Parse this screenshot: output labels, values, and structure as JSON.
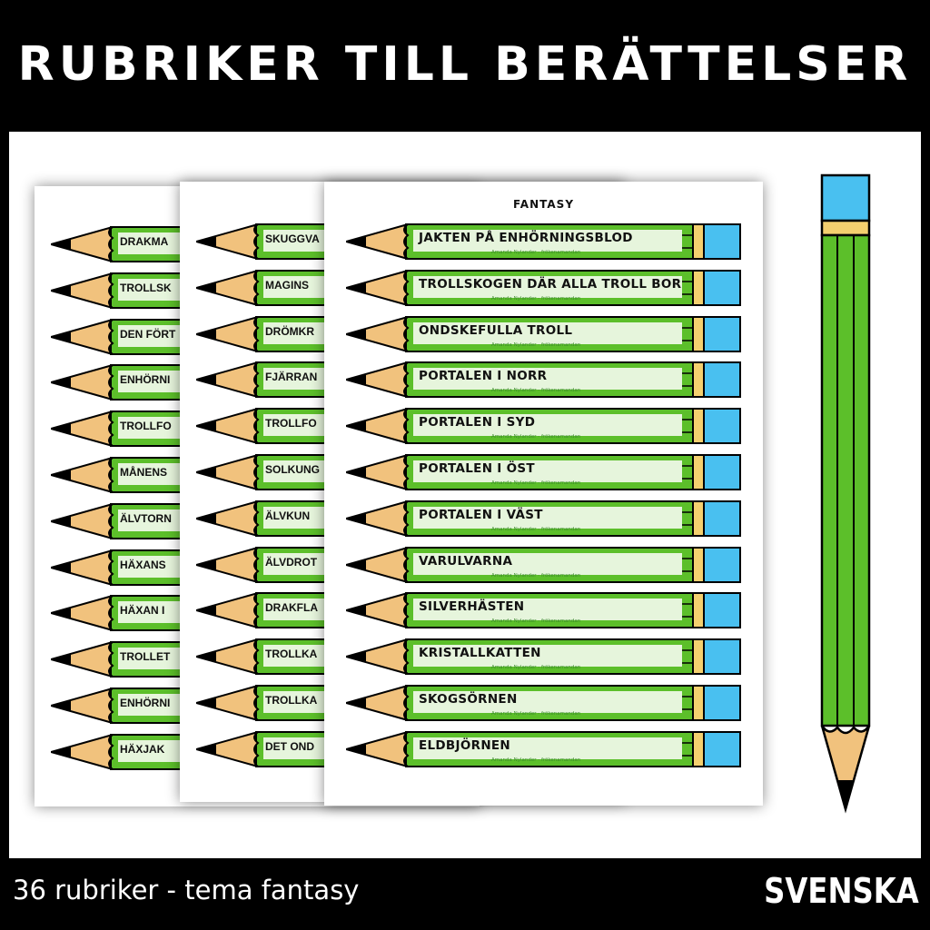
{
  "header": {
    "title": "RUBRIKER TILL BERÄTTELSER"
  },
  "footer": {
    "subtitle": "36 rubriker - tema fantasy",
    "brand": "SVENSKA"
  },
  "colors": {
    "pencil_body": "#5cbf2a",
    "pencil_stripe": "#3b8f1c",
    "wood": "#f1c27d",
    "ferrule": "#f4d06f",
    "eraser": "#49c0f0",
    "label_bg": "#e6f5dc"
  },
  "sheets": [
    {
      "title": "",
      "items": [
        "DRAKMA",
        "TROLLSK",
        "DEN FÖRT",
        "ENHÖRNI",
        "TROLLFO",
        "MÅNENS",
        "ÄLVTORN",
        "HÄXANS",
        "HÄXAN I",
        "TROLLET",
        "ENHÖRNI",
        "HÄXJAK"
      ]
    },
    {
      "title": "",
      "items": [
        "SKUGGVA",
        "MAGINS",
        "DRÖMKR",
        "FJÄRRAN",
        "TROLLFO",
        "SOLKUNG",
        "ÄLVKUN",
        "ÄLVDROT",
        "DRAKFLA",
        "TROLLKA",
        "TROLLKA",
        "DET OND"
      ]
    },
    {
      "title": "FANTASY",
      "credit": "Amanda Nylander - frökenamandan",
      "items": [
        "JAKTEN PÅ ENHÖRNINGSBLOD",
        "TROLLSKOGEN DÄR ALLA TROLL BOR",
        "ONDSKEFULLA TROLL",
        "PORTALEN I NORR",
        "PORTALEN I SYD",
        "PORTALEN I ÖST",
        "PORTALEN I VÄST",
        "VARULVARNA",
        "SILVERHÄSTEN",
        "KRISTALLKATTEN",
        "SKOGSÖRNEN",
        "ELDBJÖRNEN"
      ]
    }
  ]
}
